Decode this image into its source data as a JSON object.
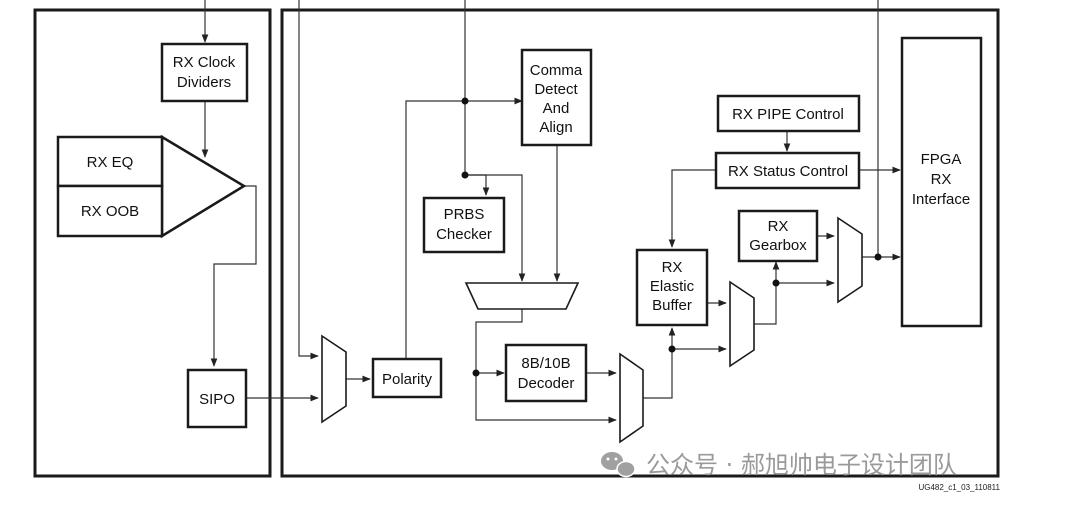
{
  "blocks": {
    "rx_clock_dividers": [
      "RX Clock",
      "Dividers"
    ],
    "rx_eq": "RX EQ",
    "rx_oob": "RX OOB",
    "sipo": "SIPO",
    "polarity": "Polarity",
    "comma_detect": [
      "Comma",
      "Detect",
      "And",
      "Align"
    ],
    "prbs_checker": [
      "PRBS",
      "Checker"
    ],
    "decoder": [
      "8B/10B",
      "Decoder"
    ],
    "rx_elastic_buffer": [
      "RX",
      "Elastic",
      "Buffer"
    ],
    "rx_gearbox": [
      "RX",
      "Gearbox"
    ],
    "rx_pipe_control": "RX PIPE Control",
    "rx_status_control": "RX Status Control",
    "fpga_rx_interface": [
      "FPGA",
      "RX",
      "Interface"
    ]
  },
  "watermark": "公众号 · 郝旭帅电子设计团队",
  "figure_ref": "UG482_c1_03_110811",
  "colors": {
    "line": "#1a1a1a",
    "watermark": "#9a9a9a",
    "background": "#ffffff"
  }
}
